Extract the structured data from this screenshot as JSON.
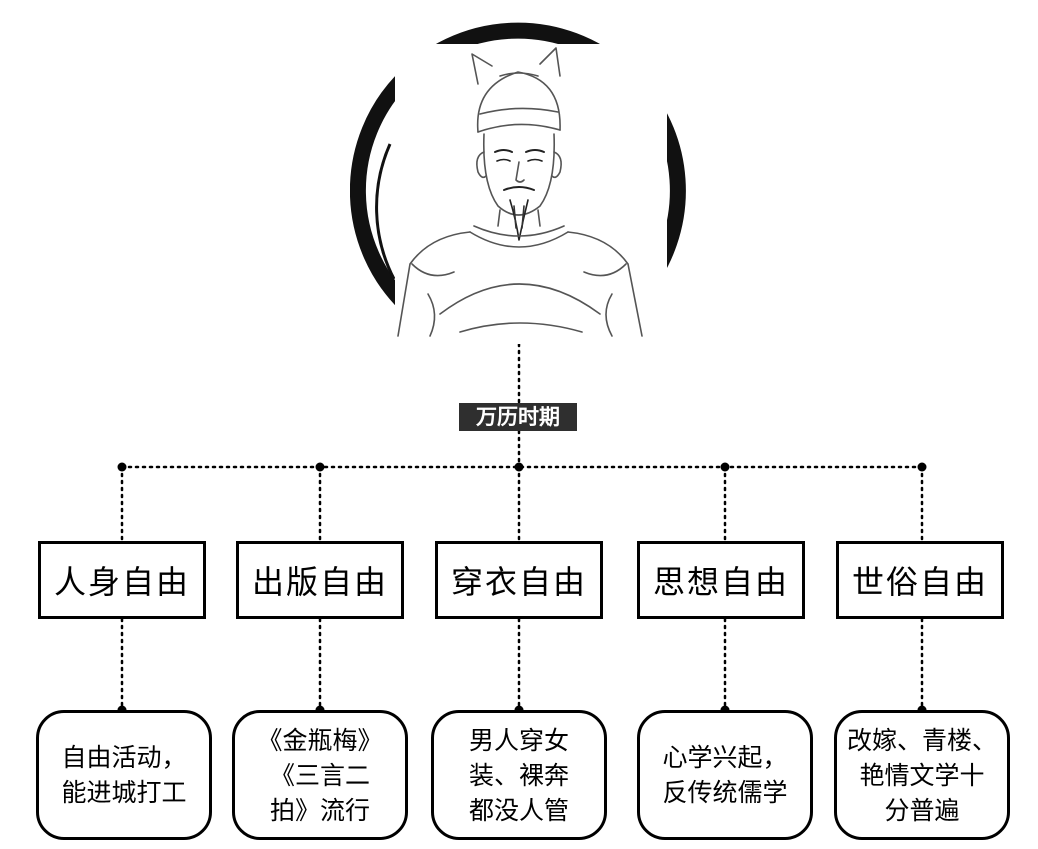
{
  "center": {
    "label": "万历时期"
  },
  "branches": [
    {
      "title": "人身自由",
      "detail": "自由活动，\n能进城打工"
    },
    {
      "title": "出版自由",
      "detail": "《金瓶梅》\n《三言二\n拍》流行"
    },
    {
      "title": "穿衣自由",
      "detail": "男人穿女\n装、裸奔\n都没人管"
    },
    {
      "title": "思想自由",
      "detail": "心学兴起，\n反传统儒学"
    },
    {
      "title": "世俗自由",
      "detail": "改嫁、青楼、\n艳情文学十\n分普遍"
    }
  ],
  "colors": {
    "line": "#000000",
    "label_bg": "#2f2f2f",
    "label_text": "#ffffff"
  },
  "icons": {
    "portrait": "emperor-portrait-sketch"
  }
}
